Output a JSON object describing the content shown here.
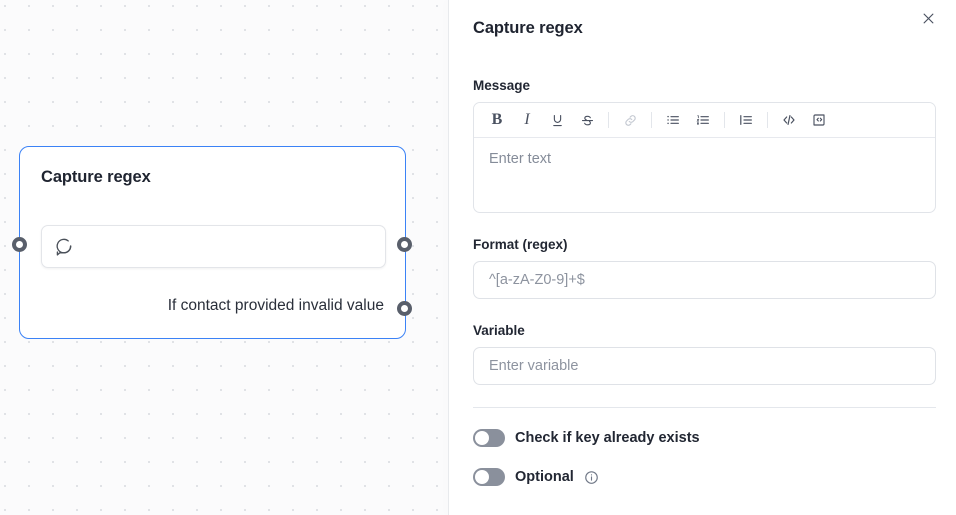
{
  "canvas": {
    "node": {
      "title": "Capture regex",
      "message_icon": "speech-bubble-icon",
      "message_value": "",
      "branch_label": "If contact provided invalid value",
      "border_color": "#3b82f6",
      "handles": [
        "input-handle-left",
        "output-handle-right",
        "output-handle-branch"
      ]
    },
    "background_color": "#fbfbfc",
    "dot_color": "#d7d9de"
  },
  "panel": {
    "title": "Capture regex",
    "close_icon": "close-icon",
    "message": {
      "label": "Message",
      "placeholder": "Enter text",
      "value": "",
      "toolbar": [
        {
          "name": "bold-icon",
          "glyph": "B",
          "disabled": false
        },
        {
          "name": "italic-icon",
          "glyph": "I",
          "disabled": false
        },
        {
          "name": "underline-icon",
          "glyph": "U",
          "disabled": false
        },
        {
          "name": "strikethrough-icon",
          "glyph": "S",
          "disabled": false
        },
        {
          "name": "link-icon",
          "glyph": "",
          "disabled": true
        },
        {
          "name": "bullet-list-icon",
          "glyph": "",
          "disabled": false
        },
        {
          "name": "numbered-list-icon",
          "glyph": "",
          "disabled": false
        },
        {
          "name": "blockquote-icon",
          "glyph": "",
          "disabled": false
        },
        {
          "name": "code-icon",
          "glyph": "",
          "disabled": false
        },
        {
          "name": "code-block-icon",
          "glyph": "",
          "disabled": false
        }
      ]
    },
    "format": {
      "label": "Format (regex)",
      "placeholder": "^[a-zA-Z0-9]+$",
      "value": ""
    },
    "variable": {
      "label": "Variable",
      "placeholder": "Enter variable",
      "value": ""
    },
    "toggles": [
      {
        "name": "check-if-key-exists-toggle",
        "label": "Check if key already exists",
        "on": false,
        "info": false
      },
      {
        "name": "optional-toggle",
        "label": "Optional",
        "on": false,
        "info": true
      }
    ],
    "toggle_off_color": "#8a909c",
    "accent_color": "#3b82f6"
  }
}
